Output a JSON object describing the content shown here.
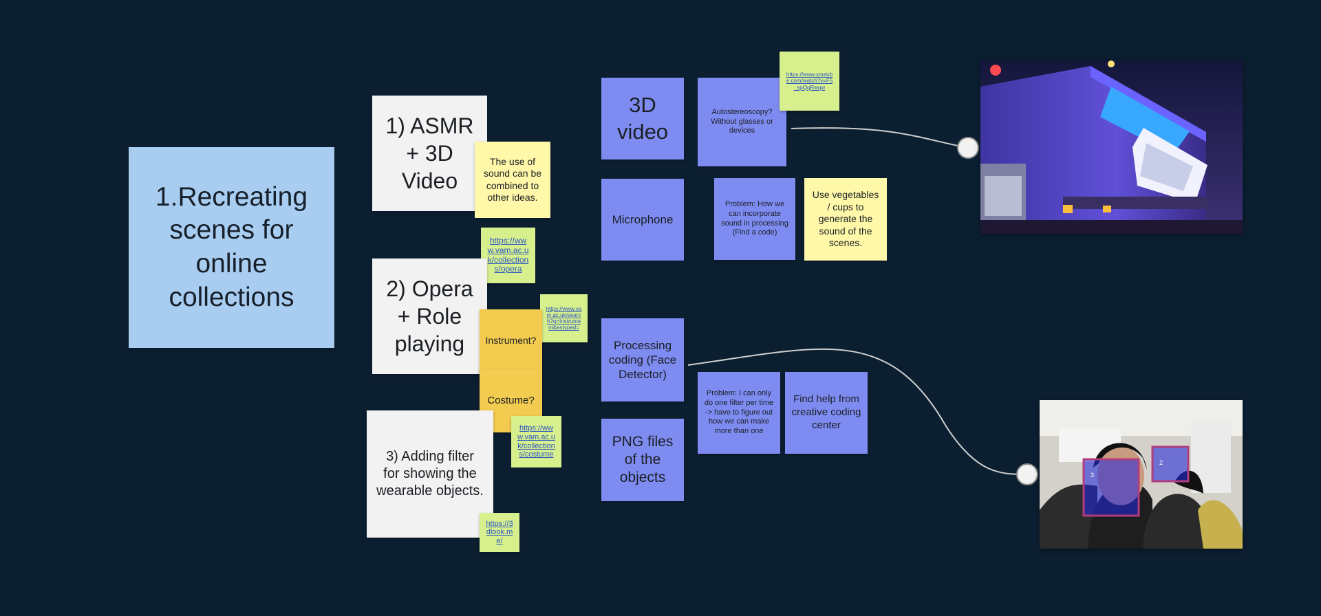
{
  "board": {
    "main_note": "1.Recreating scenes for online collections",
    "branches": [
      "1) ASMR + 3D Video",
      "2) Opera + Role playing",
      "3) Adding filter for showing the wearable objects."
    ],
    "notes": {
      "sound_combined": "The use of sound can be combined to other ideas.",
      "link_opera": "https://www.vam.ac.uk/collections/opera",
      "link_instrument": "https://www.vam.ac.uk/search?q=Instrument&astyped=",
      "instrument": "Instrument?",
      "costume": "Costume?",
      "link_costume": "https://www.vam.ac.uk/collections/costume",
      "link_3dlook": "https://3dlook.me/",
      "video_3d": "3D video",
      "autostereoscopy": "Autostereoscopy? Without glasses or devices",
      "link_youtube": "https://www.youtube.com/watch?v=F5_spQqRwqw",
      "microphone": "Microphone",
      "problem_sound": "Problem: How we can incorporate sound in processing (Find a code)",
      "use_vegetables": "Use vegetables / cups to generate the sound of the scenes.",
      "processing_coding": "Processing coding (Face Detector)",
      "problem_filter": "Problem: I can only do one filter per time -> have to figure out how we can make more than one",
      "find_help": "Find help from creative coding center",
      "png_files": "PNG files of the objects"
    },
    "face_labels": [
      "3",
      "2"
    ]
  },
  "colors": {
    "background": "#0b1f31",
    "main_note": "#a8cdf1",
    "white_note": "#f2f2f2",
    "yellow_note": "#fff8a8",
    "orange_note": "#f2cb4f",
    "violet_note": "#7e8cf2",
    "green_note": "#d7ef8d",
    "connector": "#cfcfcf"
  }
}
